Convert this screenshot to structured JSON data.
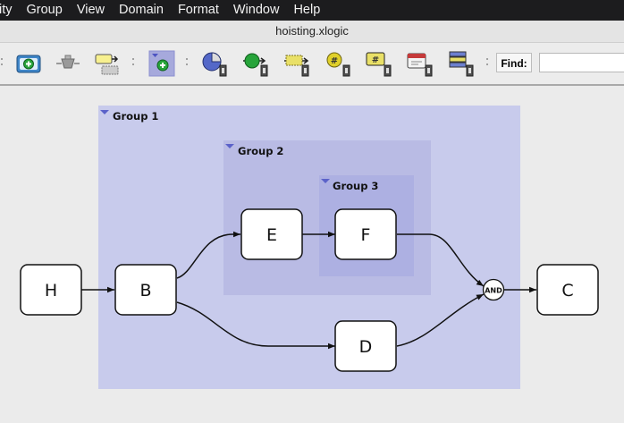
{
  "menu": [
    "ity",
    "Group",
    "View",
    "Domain",
    "Format",
    "Window",
    "Help"
  ],
  "window_title": "hoisting.xlogic",
  "toolbar": {
    "buttons": [
      {
        "name": "add-component-icon"
      },
      {
        "name": "connector-icon"
      },
      {
        "name": "group-components-icon"
      },
      {
        "name": "add-group-icon"
      },
      {
        "name": "pie-node-icon"
      },
      {
        "name": "start-node-icon"
      },
      {
        "name": "process-node-icon"
      },
      {
        "name": "hash-node-icon"
      },
      {
        "name": "hash-card-node-icon"
      },
      {
        "name": "calendar-node-icon"
      },
      {
        "name": "stack-node-icon"
      }
    ],
    "find_label": "Find:",
    "find_value": ""
  },
  "diagram": {
    "groups": [
      {
        "id": "g1",
        "label": "Group 1"
      },
      {
        "id": "g2",
        "label": "Group 2"
      },
      {
        "id": "g3",
        "label": "Group 3"
      }
    ],
    "nodes": [
      {
        "id": "H",
        "label": "H"
      },
      {
        "id": "B",
        "label": "B"
      },
      {
        "id": "E",
        "label": "E"
      },
      {
        "id": "F",
        "label": "F"
      },
      {
        "id": "D",
        "label": "D"
      },
      {
        "id": "C",
        "label": "C"
      }
    ],
    "gate": {
      "id": "AND",
      "label": "AND"
    },
    "edges": [
      {
        "from": "H",
        "to": "B"
      },
      {
        "from": "B",
        "to": "E"
      },
      {
        "from": "E",
        "to": "F"
      },
      {
        "from": "F",
        "to": "AND"
      },
      {
        "from": "B",
        "to": "D"
      },
      {
        "from": "D",
        "to": "AND"
      },
      {
        "from": "AND",
        "to": "C"
      }
    ],
    "colors": {
      "group1": "#c8cbec",
      "group2": "#b9bbe4",
      "group3": "#adb0e2",
      "node_fill": "#ffffff",
      "node_stroke": "#111111",
      "group_triangle": "#5b62c9"
    }
  }
}
